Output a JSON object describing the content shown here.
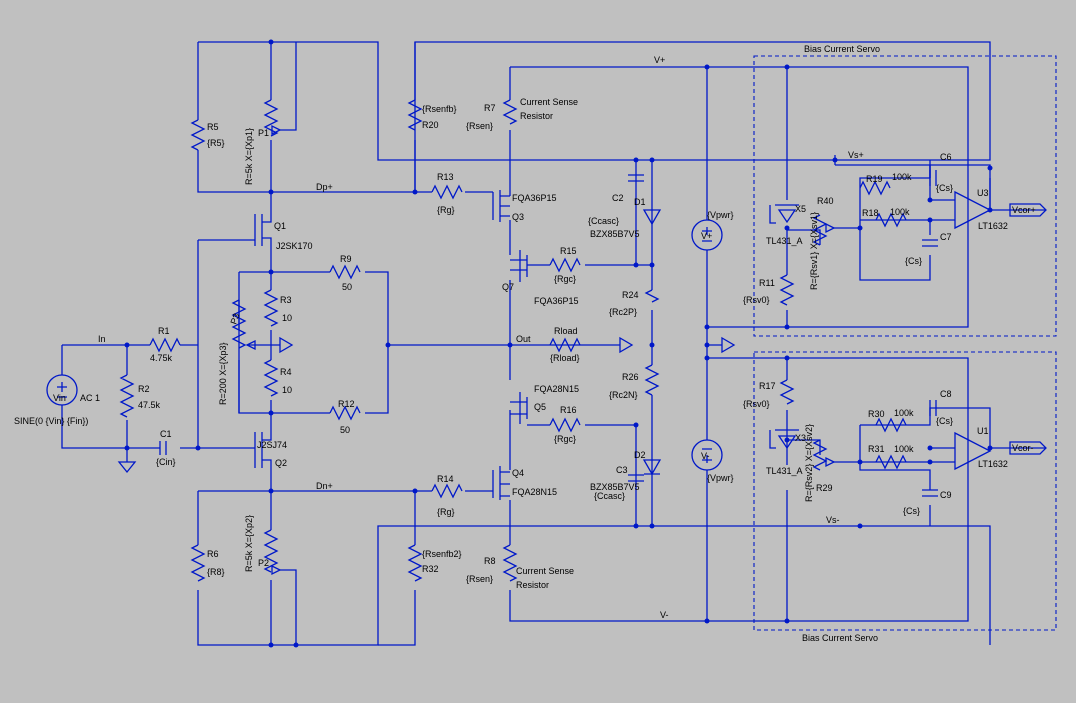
{
  "servo_top_label": "Bias Current Servo",
  "servo_bottom_label": "Bias Current Servo",
  "nets": {
    "vplus": "V+",
    "vminus": "V-",
    "dp": "Dp+",
    "dn": "Dn+",
    "in": "In",
    "out": "Out",
    "vs_plus": "Vs+",
    "vs_minus": "Vs-",
    "vcor_plus": "Vcor+",
    "vcor_minus": "Vcor-"
  },
  "components": {
    "R5": {
      "name": "R5",
      "value": "{R5}"
    },
    "P1": {
      "name": "P1",
      "value": "R=5k X={Xp1}"
    },
    "R20": {
      "name": "R20",
      "value": "{Rsenfb}"
    },
    "R7": {
      "name": "R7",
      "value": "{Rsen}",
      "note1": "Current Sense",
      "note2": "Resistor"
    },
    "Q1": {
      "name": "Q1",
      "value": "J2SK170"
    },
    "R13": {
      "name": "R13",
      "value": "{Rg}"
    },
    "Q3": {
      "name": "Q3",
      "value": "FQA36P15"
    },
    "C2": {
      "name": "C2",
      "value": "{Ccasc}"
    },
    "D1": {
      "name": "D1",
      "value": "BZX85B7V5"
    },
    "R9": {
      "name": "R9",
      "value": "50"
    },
    "R3": {
      "name": "R3",
      "value": "10"
    },
    "P3": {
      "name": "P3",
      "value": "R=200 X={Xp3}"
    },
    "R4": {
      "name": "R4",
      "value": "10"
    },
    "R12": {
      "name": "R12",
      "value": "50"
    },
    "R15": {
      "name": "R15",
      "value": "{Rgc}"
    },
    "Q7": {
      "name": "Q7",
      "value": "FQA36P15"
    },
    "R24": {
      "name": "R24",
      "value": "{Rc2P}"
    },
    "Rload": {
      "name": "Rload",
      "value": "{Rload}"
    },
    "R26": {
      "name": "R26",
      "value": "{Rc2N}"
    },
    "Q5": {
      "name": "Q5",
      "value": "FQA28N15"
    },
    "R16": {
      "name": "R16",
      "value": "{Rgc}"
    },
    "R1": {
      "name": "R1",
      "value": "4.75k"
    },
    "R2": {
      "name": "R2",
      "value": "47.5k"
    },
    "C1": {
      "name": "C1",
      "value": "{Cin}"
    },
    "Vin": {
      "name": "Vin",
      "value": "AC 1",
      "value2": "SINE(0 {Vin} {Fin})"
    },
    "Q2": {
      "name": "Q2",
      "value": "J2SJ74"
    },
    "R14": {
      "name": "R14",
      "value": "{Rg}"
    },
    "Q4": {
      "name": "Q4",
      "value": "FQA28N15"
    },
    "C3": {
      "name": "C3",
      "value": "{Ccasc}"
    },
    "D2": {
      "name": "D2",
      "value": "BZX85B7V5"
    },
    "R6": {
      "name": "R6",
      "value": "{R8}"
    },
    "P2": {
      "name": "P2",
      "value": "R=5k X={Xp2}"
    },
    "R32": {
      "name": "R32",
      "value": "{Rsenfb2}"
    },
    "R8": {
      "name": "R8",
      "value": "{Rsen}",
      "note1": "Current Sense",
      "note2": "Resistor"
    },
    "Vplus": {
      "name": "V+",
      "value": "{Vpwr}"
    },
    "Vminus": {
      "name": "V-",
      "value": "{Vpwr}"
    },
    "R19": {
      "name": "R19",
      "value": "100k"
    },
    "R18": {
      "name": "R18",
      "value": "100k"
    },
    "C6": {
      "name": "C6",
      "value": "{Cs}"
    },
    "C7": {
      "name": "C7",
      "value": "{Cs}"
    },
    "U3": {
      "name": "U3",
      "value": "LT1632"
    },
    "X5": {
      "name": "X5",
      "value": "TL431_A"
    },
    "R40": {
      "name": "R40",
      "value": "R={Rsv1} X={Xsv1}"
    },
    "R11": {
      "name": "R11",
      "value": "{Rsv0}"
    },
    "R17": {
      "name": "R17",
      "value": "{Rsv0}"
    },
    "R30": {
      "name": "R30",
      "value": "100k"
    },
    "R31": {
      "name": "R31",
      "value": "100k"
    },
    "C8": {
      "name": "C8",
      "value": "{Cs}"
    },
    "C9": {
      "name": "C9",
      "value": "{Cs}"
    },
    "U1": {
      "name": "U1",
      "value": "LT1632"
    },
    "X3": {
      "name": "X3",
      "value": "TL431_A"
    },
    "R29": {
      "name": "R29",
      "value": "R={Rsv2} X={Xsv2}"
    }
  }
}
